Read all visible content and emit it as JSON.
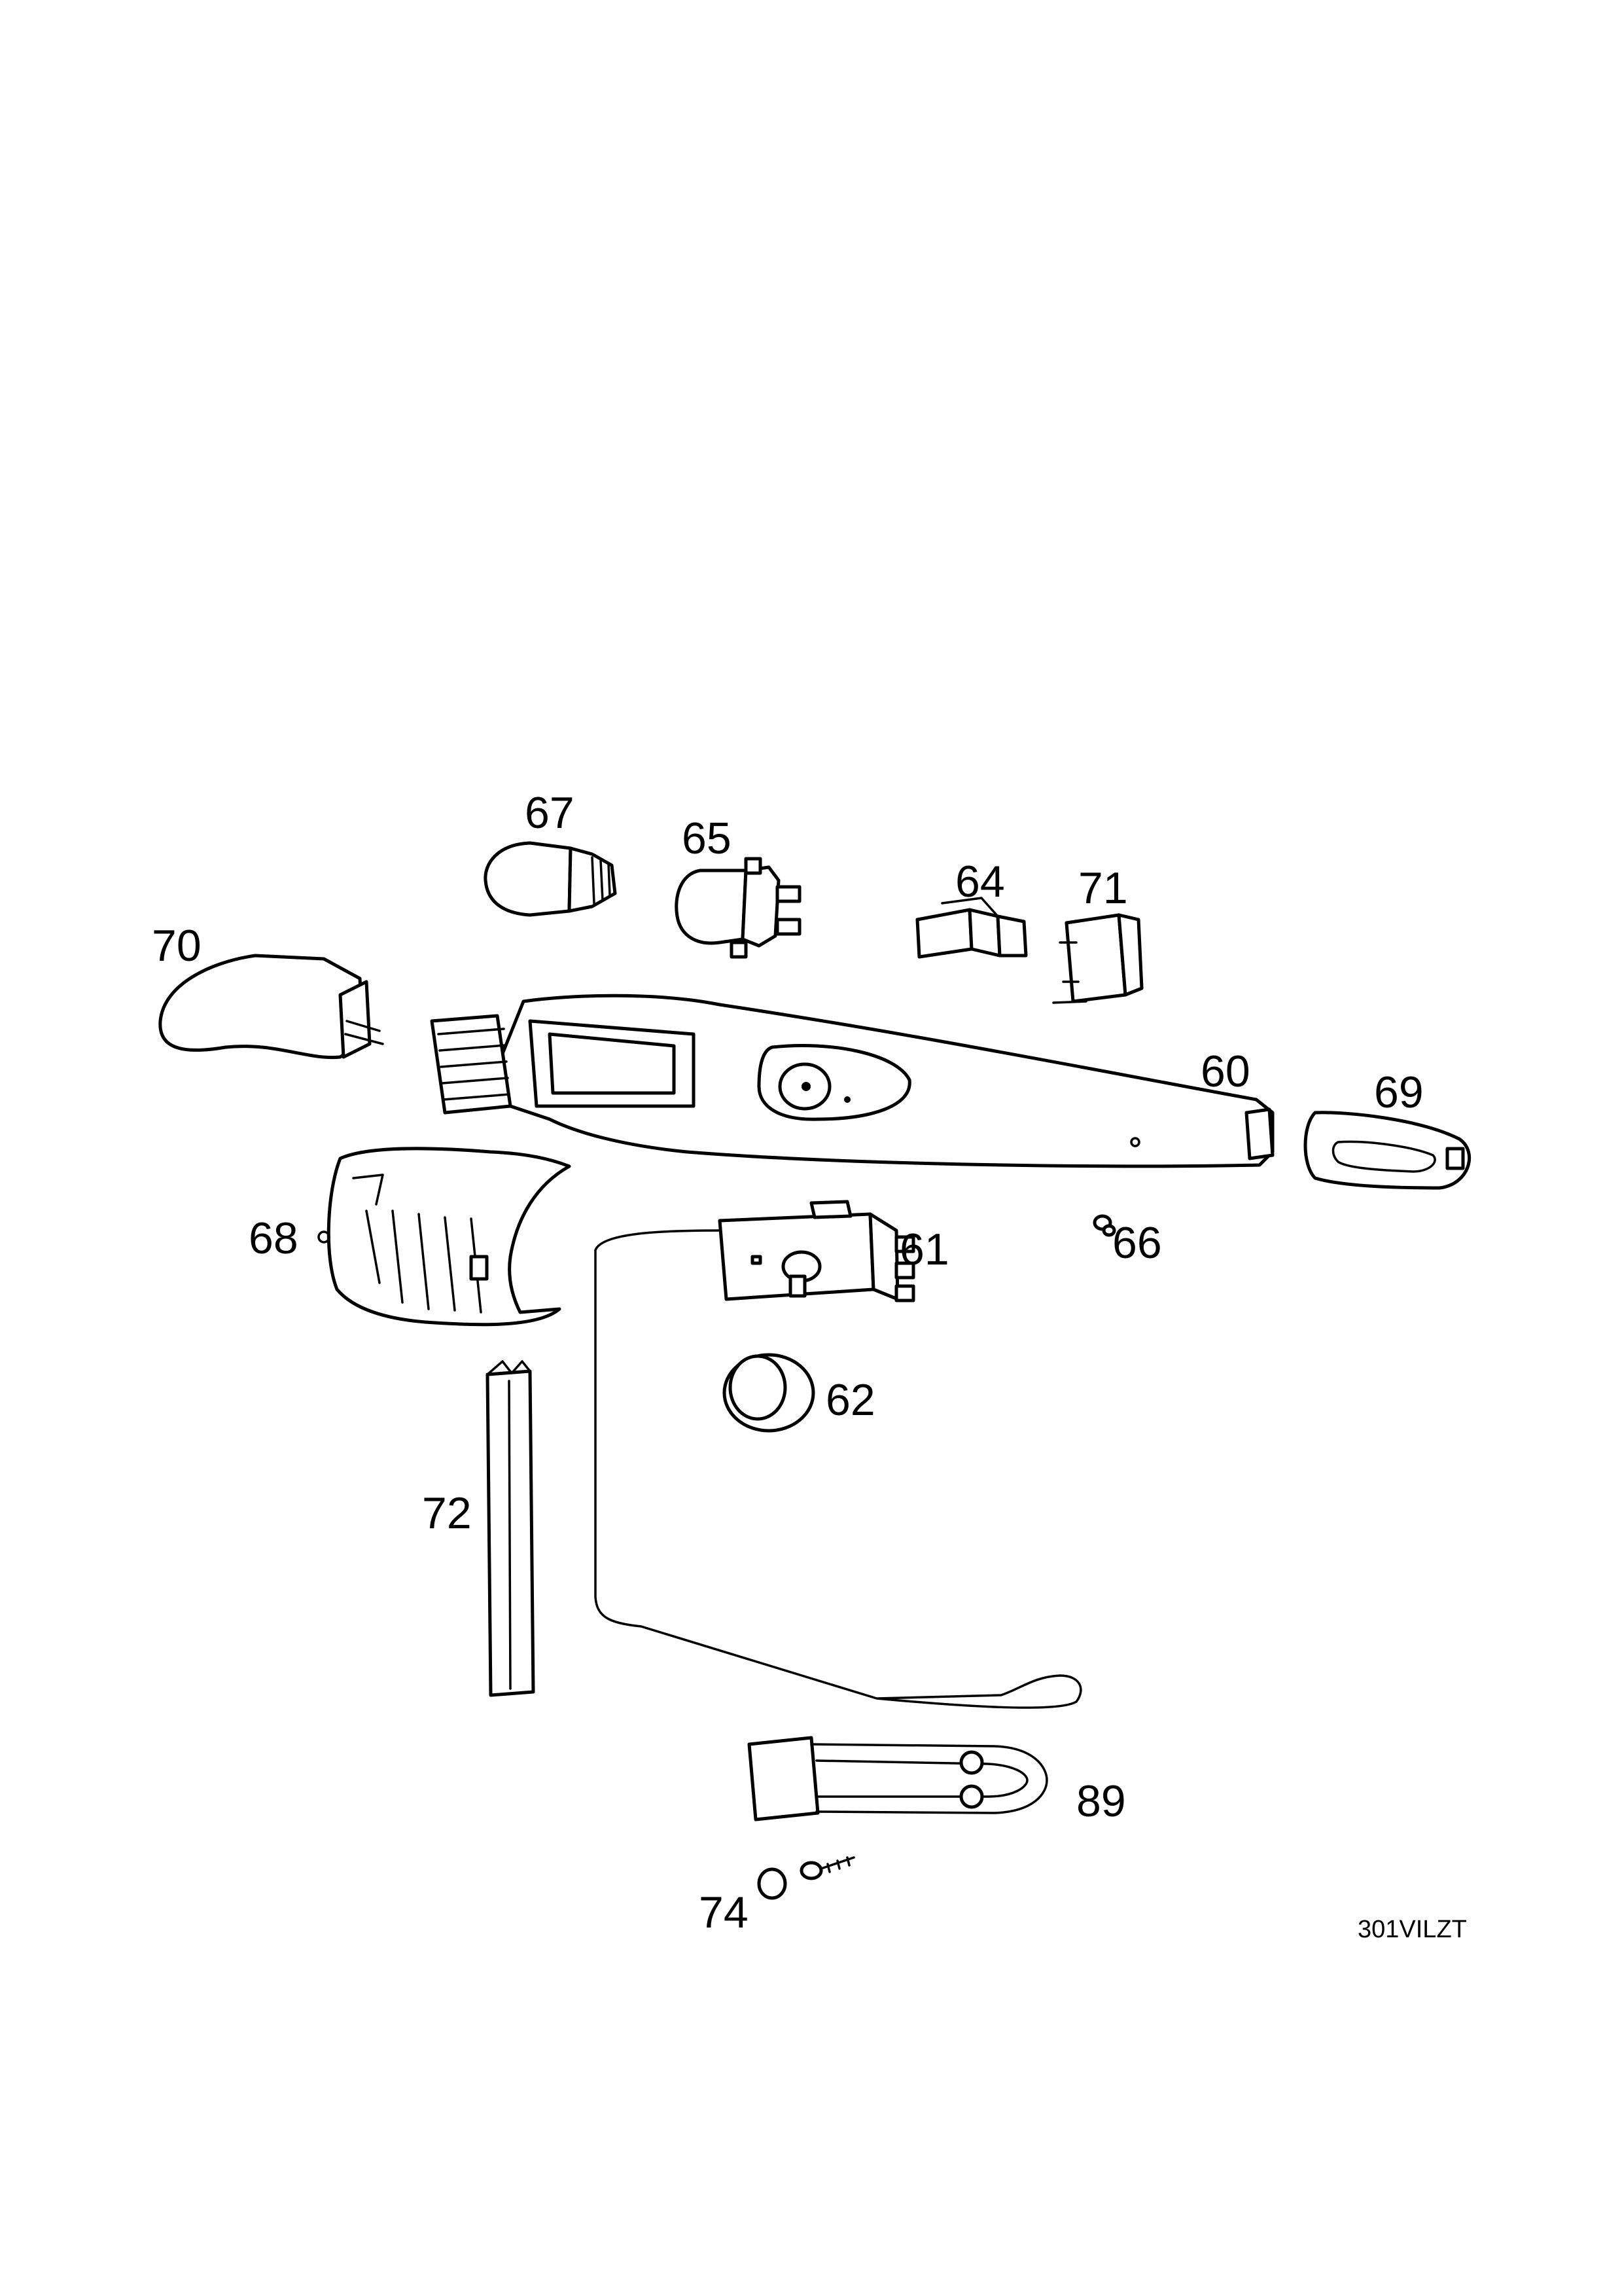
{
  "labels": {
    "p60": "60",
    "p61": "61",
    "p62": "62",
    "p64": "64",
    "p65": "65",
    "p66": "66",
    "p67": "67",
    "p68": "68",
    "p69": "69",
    "p70": "70",
    "p71": "71",
    "p72": "72",
    "p74": "74",
    "p89": "89"
  },
  "drawing_code": "301VILZT"
}
